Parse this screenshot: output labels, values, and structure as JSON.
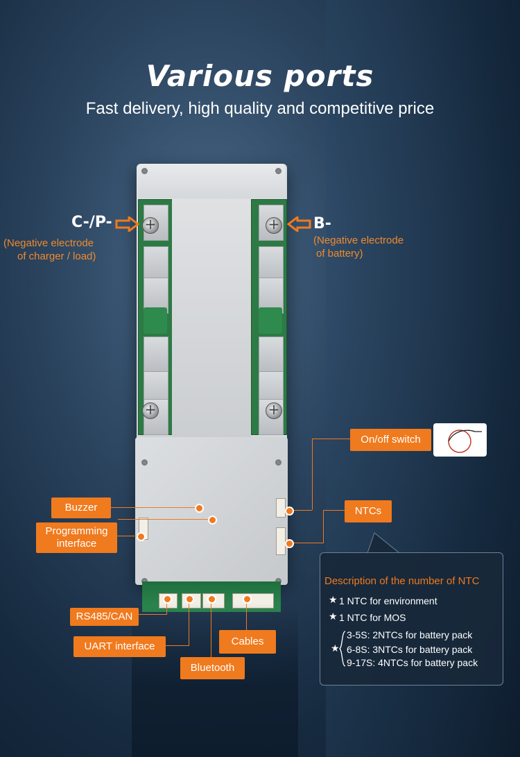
{
  "header": {
    "title": "Various ports",
    "subtitle": "Fast delivery, high quality and competitive price"
  },
  "ports": {
    "c_p_minus": {
      "label": "C-/P-",
      "desc_line1": "(Negative electrode",
      "desc_line2": "of charger / load)"
    },
    "b_minus": {
      "label": "B-",
      "desc_line1": "(Negative electrode",
      "desc_line2": "of battery)"
    }
  },
  "callouts": {
    "on_off_switch": "On/off switch",
    "buzzer": "Buzzer",
    "ntcs": "NTCs",
    "programming_line1": "Programming",
    "programming_line2": "interface",
    "rs485_can": "RS485/CAN",
    "uart": "UART interface",
    "bluetooth": "Bluetooth",
    "cables": "Cables"
  },
  "ntc_panel": {
    "title": "Description of the number of NTC",
    "star": "★",
    "items": [
      "1 NTC for environment",
      "1 NTC for MOS"
    ],
    "group": [
      "3-5S: 2NTCs for battery pack",
      "6-8S: 3NTCs for battery pack",
      "9-17S: 4NTCs for battery pack"
    ]
  },
  "colors": {
    "accent": "#f07a1e",
    "background": "#1a2f45"
  }
}
